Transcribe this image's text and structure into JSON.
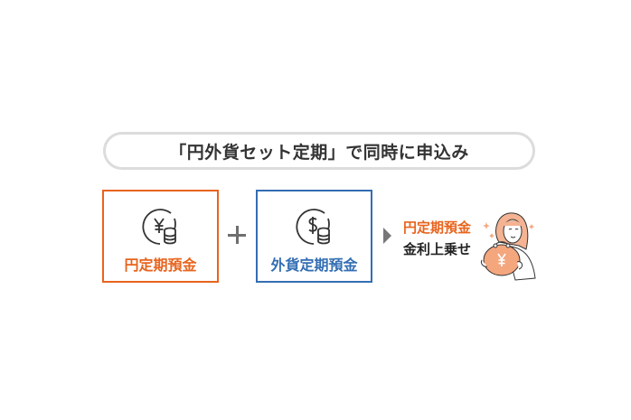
{
  "headline": "「円外貨セット定期」で同時に申込み",
  "boxes": [
    {
      "label": "円定期預金",
      "icon": "yen-coins-icon",
      "color": "#e8641e"
    },
    {
      "label": "外貨定期預金",
      "icon": "dollar-coins-icon",
      "color": "#336eb3"
    }
  ],
  "operator": "plus",
  "result": {
    "line1": "円定期預金",
    "line2": "金利上乗せ",
    "line1_color": "#e8641e",
    "line2_color": "#222222"
  },
  "illustration": "woman-holding-yen-purse"
}
